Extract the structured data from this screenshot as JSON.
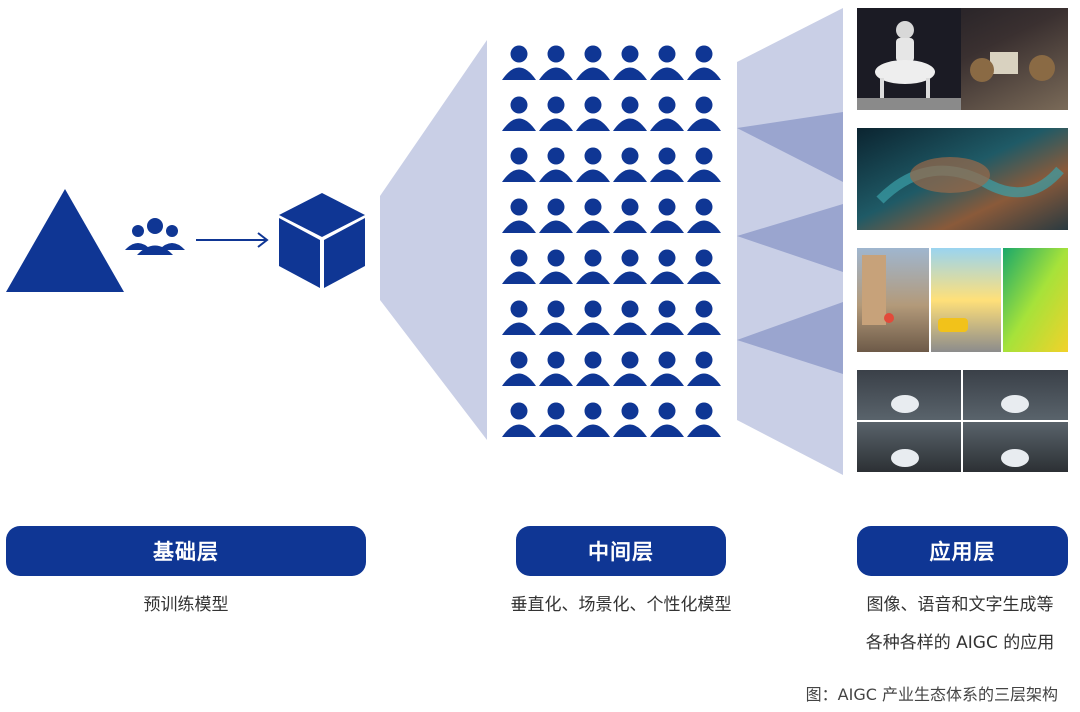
{
  "colors": {
    "primary": "#0f3694",
    "funnel_light": "#c9cfe6",
    "funnel_dark": "#9aa5cf"
  },
  "icons": [
    "triangle-icon",
    "group-icon",
    "arrow-right-icon",
    "cube-icon",
    "person-icon"
  ],
  "layers": [
    {
      "label": "基础层",
      "desc": [
        "预训练模型"
      ]
    },
    {
      "label": "中间层",
      "desc": [
        "垂直化、场景化、个性化模型"
      ]
    },
    {
      "label": "应用层",
      "desc": [
        "图像、语音和文字生成等",
        "各种各样的 AIGC 的应用"
      ]
    }
  ],
  "caption": "图：AIGC 产业生态体系的三层架构"
}
